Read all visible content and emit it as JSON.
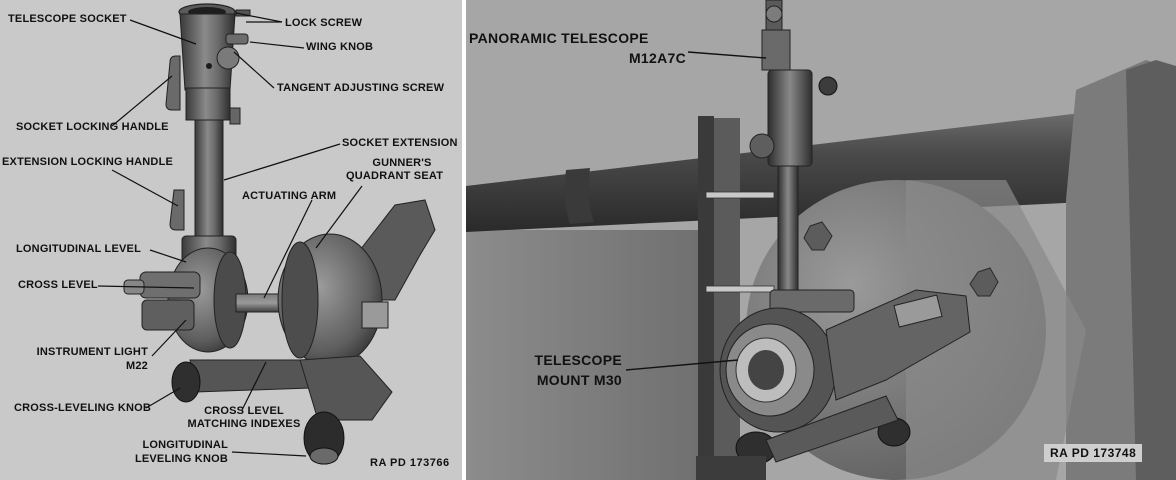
{
  "left_figure": {
    "labels": {
      "telescope_socket": "TELESCOPE SOCKET",
      "lock_screw": "LOCK SCREW",
      "wing_knob": "WING KNOB",
      "tangent_adjusting_screw": "TANGENT ADJUSTING SCREW",
      "socket_locking_handle": "SOCKET LOCKING HANDLE",
      "socket_extension": "SOCKET EXTENSION",
      "extension_locking_handle": "EXTENSION LOCKING HANDLE",
      "gunners_quadrant_seat_1": "GUNNER'S",
      "gunners_quadrant_seat_2": "QUADRANT SEAT",
      "actuating_arm": "ACTUATING ARM",
      "longitudinal_level": "LONGITUDINAL LEVEL",
      "cross_level": "CROSS LEVEL",
      "instrument_light_1": "INSTRUMENT LIGHT",
      "instrument_light_2": "M22",
      "cross_leveling_knob": "CROSS-LEVELING KNOB",
      "cross_level_matching_1": "CROSS LEVEL",
      "cross_level_matching_2": "MATCHING INDEXES",
      "longitudinal_leveling_knob_1": "LONGITUDINAL",
      "longitudinal_leveling_knob_2": "LEVELING KNOB"
    },
    "code": "RA PD 173766"
  },
  "right_figure": {
    "labels": {
      "panoramic_telescope_1": "PANORAMIC TELESCOPE",
      "panoramic_telescope_2": "M12A7C",
      "telescope_mount_1": "TELESCOPE",
      "telescope_mount_2": "MOUNT M30"
    },
    "code": "RA PD 173748"
  }
}
